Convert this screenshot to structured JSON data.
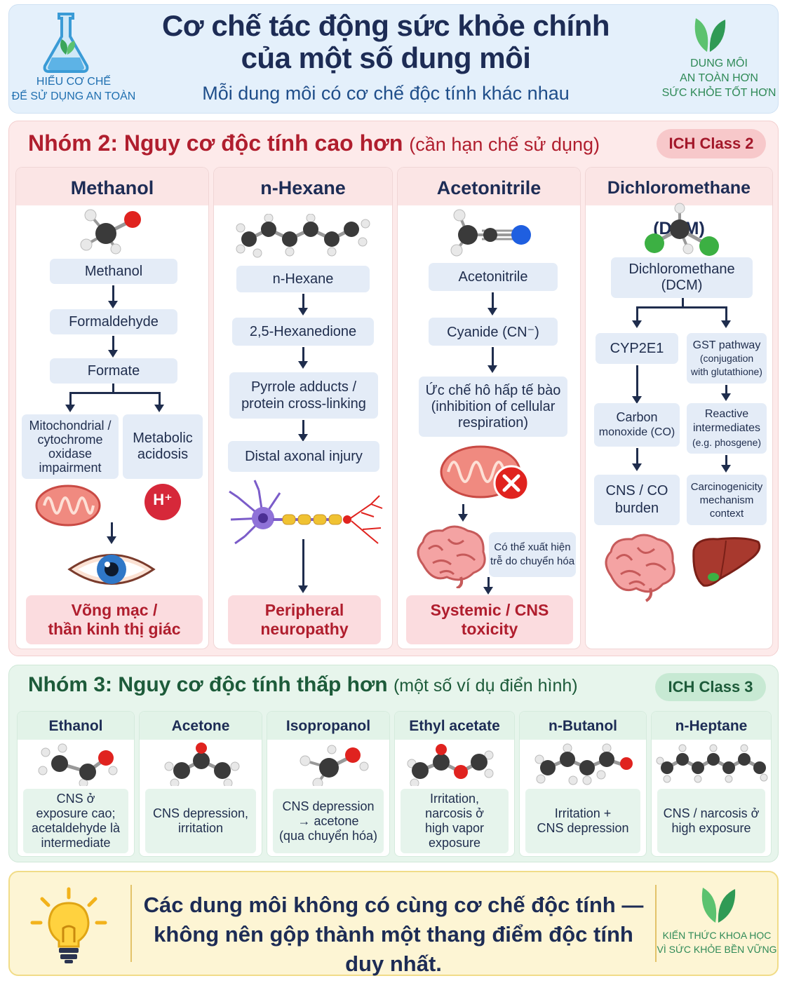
{
  "header": {
    "title_line1": "Cơ chế tác động sức khỏe chính",
    "title_line2": "của một số dung môi",
    "subtitle": "Mỗi dung môi có cơ chế độc tính khác nhau",
    "left_label_1": "HIỂU CƠ CHẾ",
    "left_label_2": "ĐỂ SỬ DỤNG AN TOÀN",
    "right_label_1": "DUNG MÔI",
    "right_label_2": "AN TOÀN HƠN",
    "right_label_3": "SỨC KHỎE TỐT HƠN",
    "left_icon": "flask-leaf-icon",
    "right_icon": "leaf-icon"
  },
  "group2": {
    "title": "Nhóm 2: Nguy cơ độc tính cao hơn",
    "note": "(cần hạn chế sử dụng)",
    "badge": "ICH Class 2",
    "methanol": {
      "name": "Methanol",
      "steps": [
        "Methanol",
        "Formaldehyde",
        "Formate"
      ],
      "branch_left_1": "Mitochondrial /",
      "branch_left_2": "cytochrome",
      "branch_left_3": "oxidase",
      "branch_left_4": "impairment",
      "branch_right_1": "Metabolic",
      "branch_right_2": "acidosis",
      "ion": "H⁺",
      "outcome_1": "Võng mạc /",
      "outcome_2": "thần kinh thị giác"
    },
    "hexane": {
      "name": "n-Hexane",
      "step1": "n-Hexane",
      "step2": "2,5-Hexanedione",
      "step3_1": "Pyrrole adducts /",
      "step3_2": "protein cross-linking",
      "step4": "Distal axonal injury",
      "outcome_1": "Peripheral",
      "outcome_2": "neuropathy"
    },
    "acetonitrile": {
      "name": "Acetonitrile",
      "step1": "Acetonitrile",
      "step2": "Cyanide (CN⁻)",
      "step3_1": "Ức chế hô hấp tế bào",
      "step3_2": "(inhibition of cellular",
      "step3_3": "respiration)",
      "note_1": "Có thể xuất hiện",
      "note_2": "trễ do chuyển hóa",
      "outcome_1": "Systemic / CNS",
      "outcome_2": "toxicity"
    },
    "dcm": {
      "name": "Dichloromethane (DCM)",
      "step1_1": "Dichloromethane",
      "step1_2": "(DCM)",
      "left_1": "CYP2E1",
      "left_2_1": "Carbon",
      "left_2_2": "monoxide (CO)",
      "left_3_1": "CNS / CO",
      "left_3_2": "burden",
      "right_1_1": "GST pathway",
      "right_1_2": "(conjugation",
      "right_1_3": "with glutathione)",
      "right_2_1": "Reactive",
      "right_2_2": "intermediates",
      "right_2_3": "(e.g. phosgene)",
      "right_3_1": "Carcinogenicity",
      "right_3_2": "mechanism",
      "right_3_3": "context"
    }
  },
  "group3": {
    "title": "Nhóm 3: Nguy cơ độc tính thấp hơn",
    "note": "(một số ví dụ điển hình)",
    "badge": "ICH Class 3",
    "cards": [
      {
        "name": "Ethanol",
        "l1": "CNS ở",
        "l2": "exposure cao;",
        "l3": "acetaldehyde là",
        "l4": "intermediate"
      },
      {
        "name": "Acetone",
        "l1": "CNS depression,",
        "l2": "irritation",
        "l3": "",
        "l4": ""
      },
      {
        "name": "Isopropanol",
        "l1": "CNS depression",
        "l2": "→ acetone",
        "l3": "(qua chuyển hóa)",
        "l4": ""
      },
      {
        "name": "Ethyl acetate",
        "l1": "Irritation,",
        "l2": "narcosis ở",
        "l3": "high vapor",
        "l4": "exposure"
      },
      {
        "name": "n-Butanol",
        "l1": "Irritation +",
        "l2": "CNS depression",
        "l3": "",
        "l4": ""
      },
      {
        "name": "n-Heptane",
        "l1": "CNS / narcosis ở",
        "l2": "high exposure",
        "l3": "",
        "l4": ""
      }
    ]
  },
  "footer": {
    "line1": "Các dung môi không có cùng cơ chế độc tính —",
    "line2": "không nên gộp thành một thang điểm độc tính duy nhất.",
    "label_1": "KIẾN THỨC KHOA HỌC",
    "label_2": "VÌ SỨC KHỎE BỀN VỮNG",
    "icon": "lightbulb-icon"
  },
  "colors": {
    "group2_accent": "#b01e2e",
    "group3_accent": "#1d5b3a",
    "atom_carbon": "#3a3a3a",
    "atom_hydrogen": "#e8e8e8",
    "atom_oxygen": "#e0231f",
    "atom_nitrogen": "#1f5fe0",
    "atom_chlorine": "#3cb043"
  }
}
